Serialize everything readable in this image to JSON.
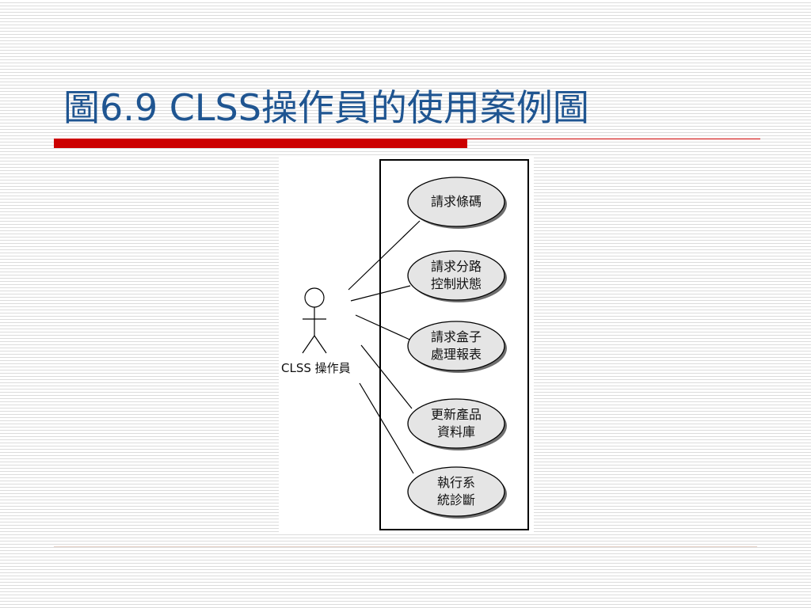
{
  "slide": {
    "title": "圖6.9 CLSS操作員的使用案例圖"
  },
  "diagram": {
    "actor": {
      "label": "CLSS 操作員"
    },
    "use_cases": [
      {
        "lines": [
          "請求條碼"
        ]
      },
      {
        "lines": [
          "請求分路",
          "控制狀態"
        ]
      },
      {
        "lines": [
          "請求盒子",
          "處理報表"
        ]
      },
      {
        "lines": [
          "更新產品",
          "資料庫"
        ]
      },
      {
        "lines": [
          "執行系",
          "統診斷"
        ]
      }
    ]
  }
}
